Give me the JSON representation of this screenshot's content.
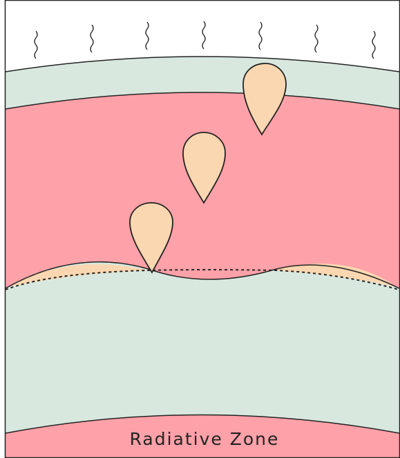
{
  "diagram": {
    "zone_label": "Radiative Zone",
    "colors": {
      "background": "#ffffff",
      "layer_green": "#d8e8df",
      "layer_pink": "#fea1a8",
      "bubble_fill": "#fbd7b1",
      "outline": "#222222"
    },
    "icons": {
      "heat_wave": "wavy-line",
      "convection_bubble": "teardrop"
    }
  }
}
